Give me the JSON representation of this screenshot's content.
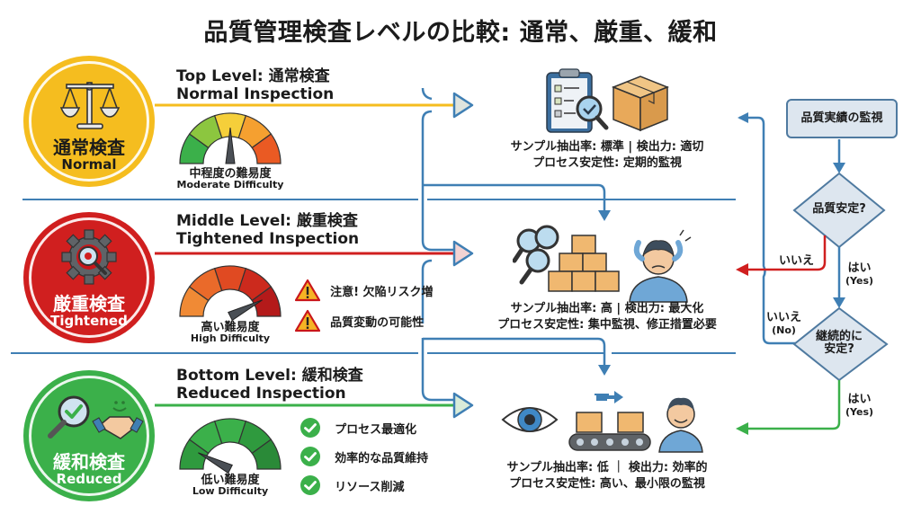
{
  "title": "品質管理検査レベルの比較: 通常、厳重、緩和",
  "colors": {
    "normal": "#f5bd1f",
    "tightened": "#d01f1f",
    "reduced": "#3bb04a",
    "flow_blue": "#3f7fb4",
    "flow_red": "#d01f1f",
    "flow_green": "#3bb04a",
    "divider": "#3f7fb4"
  },
  "levels": [
    {
      "key": "normal",
      "badge_jp": "通常検査",
      "badge_en": "Normal",
      "badge_icon": "balance-scale-icon",
      "title_line1": "Top Level: 通常検査",
      "title_line2": "Normal Inspection",
      "difficulty_jp": "中程度の難易度",
      "difficulty_en": "Moderate Difficulty",
      "difficulty_level": 0.5,
      "notes": [],
      "desc_line1": "サンプル抽出率: 標準 | 検出力: 適切",
      "desc_line2": "プロセス安定性: 定期的監視"
    },
    {
      "key": "tightened",
      "badge_jp": "厳重検査",
      "badge_en": "Tightened",
      "badge_icon": "gear-magnifier-icon",
      "title_line1": "Middle Level: 厳重検査",
      "title_line2": "Tightened Inspection",
      "difficulty_jp": "高い難易度",
      "difficulty_en": "High Difficulty",
      "difficulty_level": 0.85,
      "notes": [
        {
          "icon": "warning-icon",
          "text": "注意! 欠陥リスク増"
        },
        {
          "icon": "warning-icon",
          "text": "品質変動の可能性"
        }
      ],
      "desc_line1": "サンプル抽出率: 高 | 検出力: 最大化",
      "desc_line2": "プロセス安定性: 集中監視、修正措置必要"
    },
    {
      "key": "reduced",
      "badge_jp": "緩和検査",
      "badge_en": "Reduced",
      "badge_icon": "magnifier-handshake-icon",
      "title_line1": "Bottom Level: 緩和検査",
      "title_line2": "Reduced Inspection",
      "difficulty_jp": "低い難易度",
      "difficulty_en": "Low Difficulty",
      "difficulty_level": 0.15,
      "notes": [
        {
          "icon": "check-circle-icon",
          "text": "プロセス最適化"
        },
        {
          "icon": "check-circle-icon",
          "text": "効率的な品質維持"
        },
        {
          "icon": "check-circle-icon",
          "text": "リソース削減"
        }
      ],
      "desc_line1": "サンプル抽出率: 低 ｜ 検出力: 効率的",
      "desc_line2": "プロセス安定性: 高い、最小限の監視"
    }
  ],
  "flowchart": {
    "start": "品質実績の監視",
    "decision1": "品質安定?",
    "decision1_no": "いいえ",
    "decision1_yes": "はい",
    "decision1_yes_en": "(Yes)",
    "decision2_line1": "継続的に",
    "decision2_line2": "安定?",
    "decision2_no": "いいえ",
    "decision2_no_en": "(No)",
    "decision2_yes": "はい",
    "decision2_yes_en": "(Yes)"
  }
}
